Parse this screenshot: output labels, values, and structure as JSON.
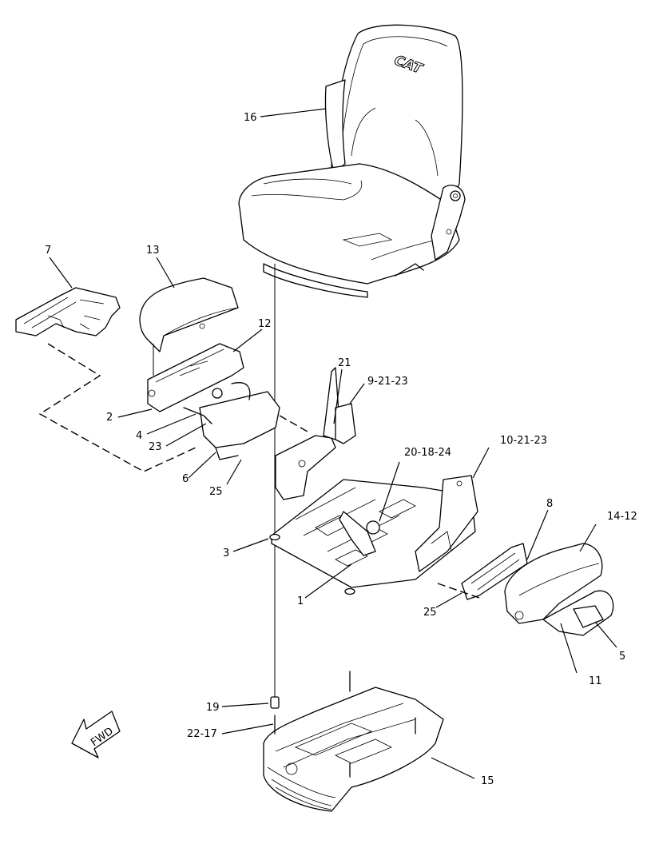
{
  "seat_brand": "CAT",
  "fwd_label": "FWD",
  "callouts": [
    {
      "id": "c16",
      "text": "16"
    },
    {
      "id": "c7",
      "text": "7"
    },
    {
      "id": "c13",
      "text": "13"
    },
    {
      "id": "c12",
      "text": "12"
    },
    {
      "id": "c21",
      "text": "21"
    },
    {
      "id": "c9_21_23",
      "text": "9-21-23"
    },
    {
      "id": "c2",
      "text": "2"
    },
    {
      "id": "c4",
      "text": "4"
    },
    {
      "id": "c23",
      "text": "23"
    },
    {
      "id": "c6",
      "text": "6"
    },
    {
      "id": "c25a",
      "text": "25"
    },
    {
      "id": "c20_18_24",
      "text": "20-18-24"
    },
    {
      "id": "c10_21_23",
      "text": "10-21-23"
    },
    {
      "id": "c8",
      "text": "8"
    },
    {
      "id": "c14_12",
      "text": "14-12"
    },
    {
      "id": "c3",
      "text": "3"
    },
    {
      "id": "c1",
      "text": "1"
    },
    {
      "id": "c25b",
      "text": "25"
    },
    {
      "id": "c5",
      "text": "5"
    },
    {
      "id": "c11",
      "text": "11"
    },
    {
      "id": "c19",
      "text": "19"
    },
    {
      "id": "c22_17",
      "text": "22-17"
    },
    {
      "id": "c15",
      "text": "15"
    }
  ]
}
